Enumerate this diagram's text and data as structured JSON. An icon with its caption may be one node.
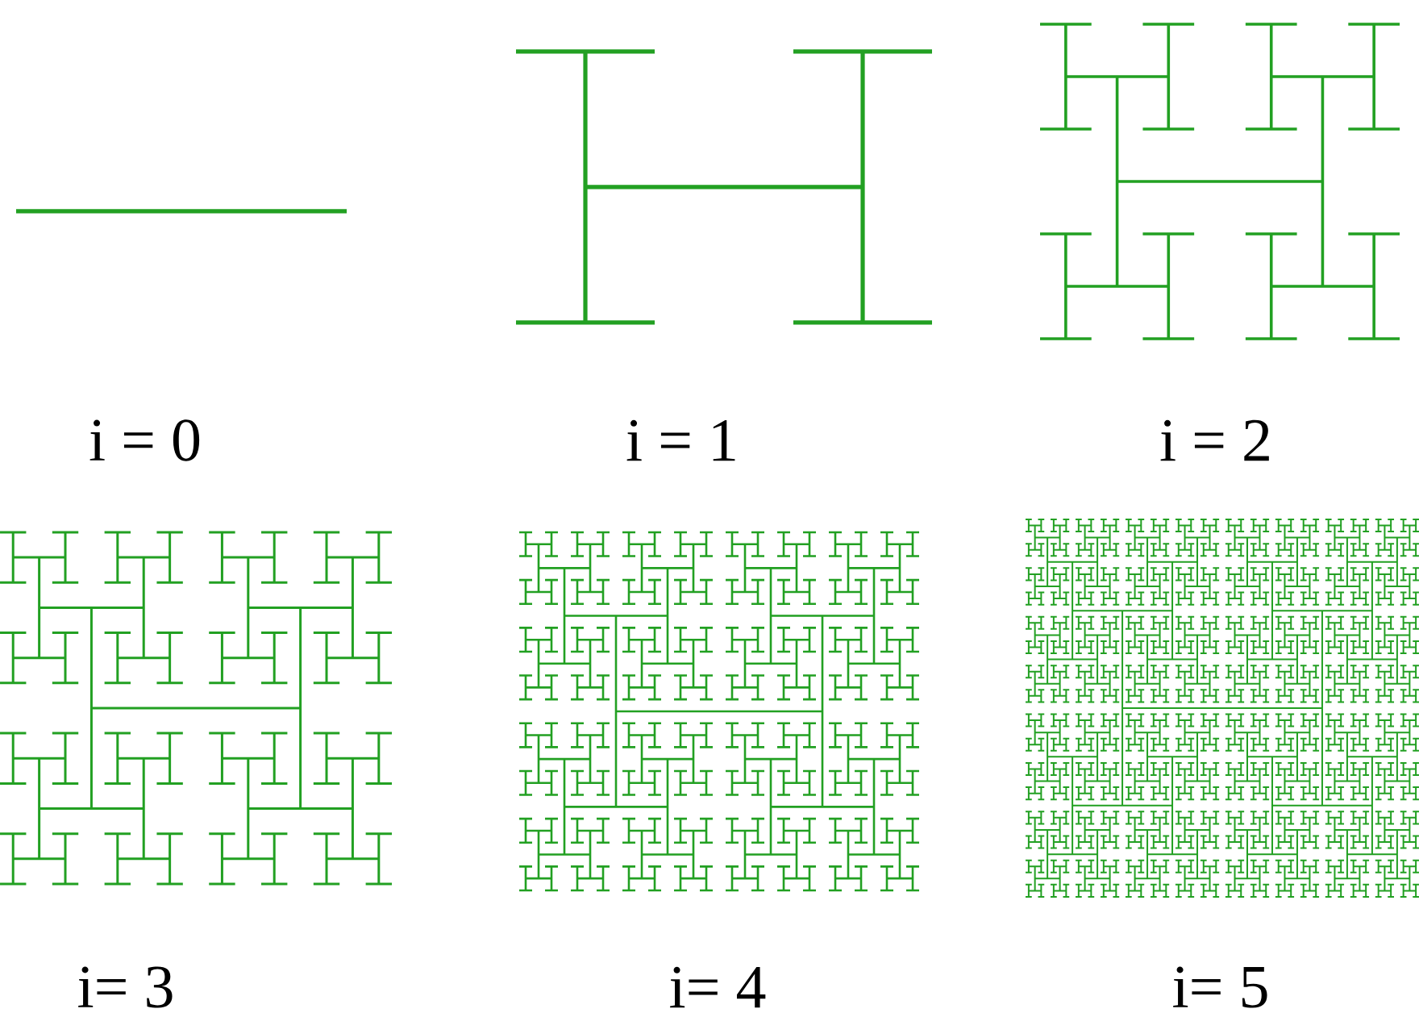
{
  "diagram": {
    "labels": [
      "i = 0",
      "i = 1",
      "i = 2",
      "i= 3",
      "i= 4",
      "i= 5"
    ]
  }
}
